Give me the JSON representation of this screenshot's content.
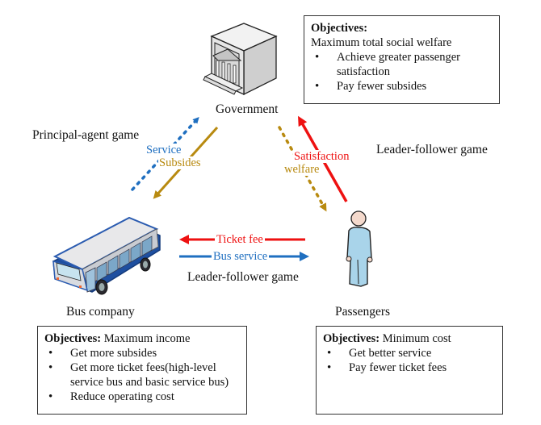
{
  "nodes": {
    "government": {
      "label": "Government",
      "icon": "government-building-icon"
    },
    "bus_company": {
      "label": "Bus company",
      "icon": "bus-icon"
    },
    "passengers": {
      "label": "Passengers",
      "icon": "person-icon"
    }
  },
  "games": {
    "principal_agent": "Principal-agent game",
    "leader_follower_right": "Leader-follower game",
    "leader_follower_bottom": "Leader-follower game"
  },
  "flows": {
    "service": {
      "label": "Service",
      "color": "#1f6fc0",
      "style": "dotted",
      "direction": "bus_company-to-government"
    },
    "subsides": {
      "label": "Subsides",
      "color": "#b88a10",
      "style": "solid",
      "direction": "government-to-bus_company"
    },
    "satisfaction": {
      "label": "Satisfaction",
      "color": "#ee1111",
      "style": "solid",
      "direction": "passengers-to-government"
    },
    "welfare": {
      "label": "welfare",
      "color": "#b88a10",
      "style": "dotted",
      "direction": "government-to-passengers"
    },
    "ticket_fee": {
      "label": "Ticket fee",
      "color": "#ee1111",
      "style": "solid",
      "direction": "passengers-to-bus_company"
    },
    "bus_service": {
      "label": "Bus service",
      "color": "#1f6fc0",
      "style": "solid",
      "direction": "bus_company-to-passengers"
    }
  },
  "objectives": {
    "government": {
      "heading": "Objectives:",
      "summary": "Maximum total social welfare",
      "items": [
        "Achieve greater passenger satisfaction",
        "Pay fewer subsides"
      ]
    },
    "bus_company": {
      "heading": "Objectives:",
      "summary": " Maximum income",
      "items": [
        "Get more subsides",
        "Get more ticket fees(high-level service bus and basic service bus)",
        "Reduce operating cost"
      ]
    },
    "passengers": {
      "heading": "Objectives:",
      "summary": " Minimum cost",
      "items": [
        "Get better service",
        "Pay fewer ticket fees"
      ]
    }
  }
}
